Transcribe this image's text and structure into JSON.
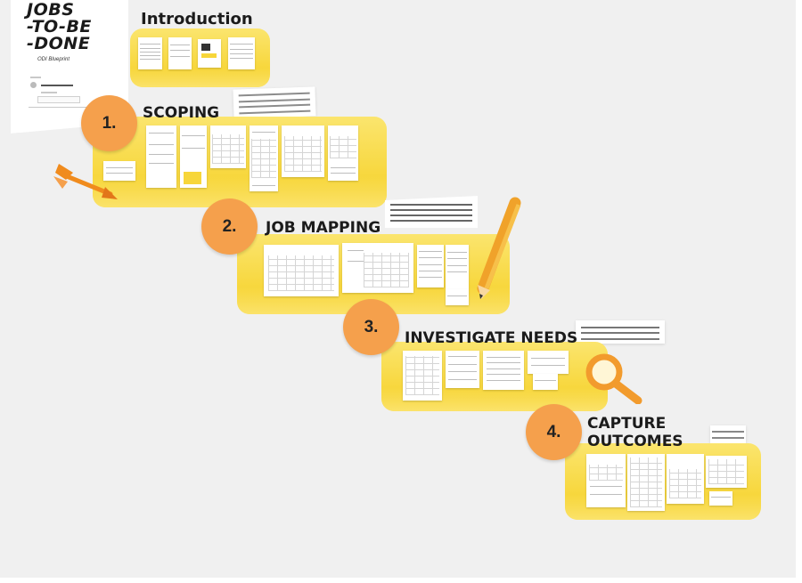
{
  "board": {
    "title_lines": [
      "JOBS",
      "-TO-BE",
      "-DONE"
    ],
    "subtitle": "ODI Blueprint",
    "intro_heading": "Introduction"
  },
  "steps": [
    {
      "number": "1.",
      "title": "SCOPING",
      "icon": "dart-icon"
    },
    {
      "number": "2.",
      "title": "JOB MAPPING",
      "icon": "pencil-icon"
    },
    {
      "number": "3.",
      "title": "INVESTIGATE NEEDS",
      "icon": "magnifier-icon"
    },
    {
      "number": "4.",
      "title_line1": "CAPTURE",
      "title_line2": "OUTCOMES"
    }
  ],
  "colors": {
    "platform_yellow": "#f7d63a",
    "step_circle_orange": "#f5a04c",
    "canvas_background": "#f0f0f0",
    "heading_text": "#1b1b1b"
  }
}
